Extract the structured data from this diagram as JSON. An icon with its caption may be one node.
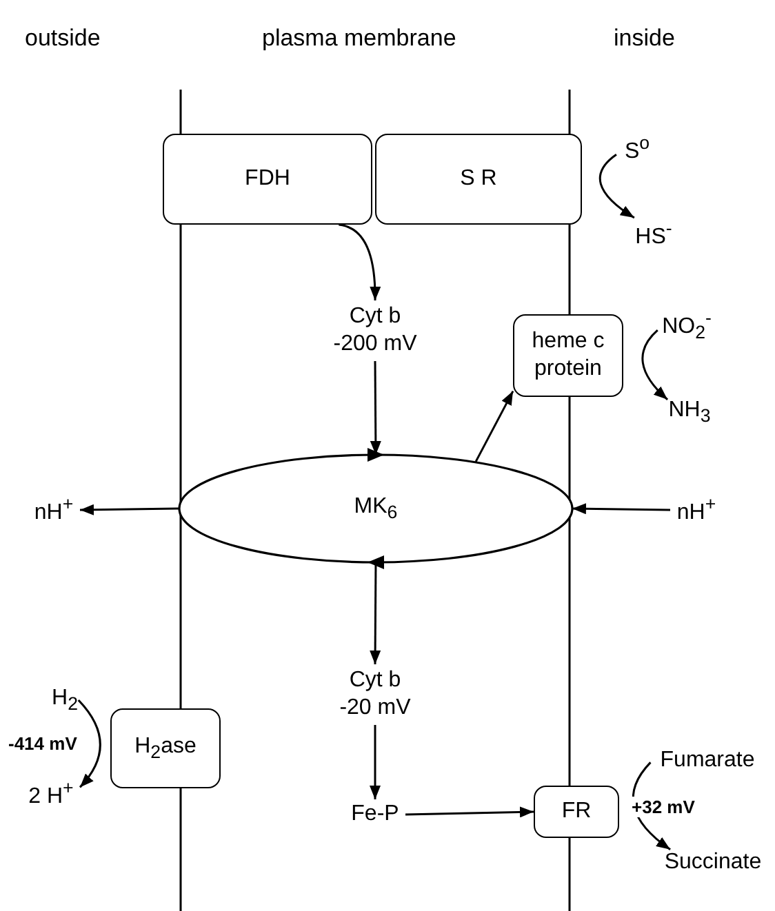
{
  "diagram": {
    "nodes": [
      {
        "text": [
          "FDH"
        ]
      },
      {
        "text": [
          "S R"
        ]
      },
      {
        "text": [
          "S$^{o}$"
        ]
      },
      {
        "text": [
          "HS$^{-}$"
        ]
      },
      {
        "text": [
          "Cyt b -200 mV"
        ]
      },
      {
        "text": [
          "heme c protein"
        ]
      },
      {
        "text": [
          "NO$_{2}$$^{-}$"
        ]
      },
      {
        "text": [
          "NH$_{3}$"
        ]
      },
      {
        "text": [
          "MK$_{6}$"
        ]
      },
      {
        "text": [
          "nH$^{+}$"
        ]
      },
      {
        "text": [
          "nH$^{+}$"
        ]
      },
      {
        "text": [
          "Cyt b -20 mV"
        ]
      },
      {
        "text": [
          "H$_{2}$"
        ]
      },
      {
        "text": [
          "H$_{2}$ase"
        ]
      },
      {
        "text": [
          "2 H$^{+}$"
        ]
      },
      {
        "text": [
          "Fe-P"
        ]
      },
      {
        "text": [
          "FR"
        ]
      },
      {
        "text": [
          "Fumarate"
        ]
      },
      {
        "text": [
          "Succinate"
        ]
      }
    ],
    "edges": [
      {
        "from": 2,
        "to": 3,
        "arrow": "to"
      },
      {
        "from": 0,
        "to": 4,
        "arrow": "to"
      },
      {
        "from": 4,
        "to": 8,
        "arrow": "to"
      },
      {
        "from": 8,
        "to": 5,
        "arrow": "to"
      },
      {
        "from": 8,
        "to": 9,
        "arrow": "to"
      },
      {
        "from": 10,
        "to": 8,
        "arrow": "to"
      },
      {
        "from": 8,
        "to": 11,
        "arrow": "to"
      },
      {
        "from": 11,
        "to": 15,
        "arrow": "to"
      },
      {
        "from": 15,
        "to": 16,
        "arrow": "to"
      },
      {
        "from": 6,
        "to": 7,
        "arrow": "to"
      },
      {
        "from": 12,
        "to": 14,
        "arrow": "to",
        "label": "-414 mV"
      },
      {
        "from": 17,
        "to": 18,
        "arrow": "to",
        "label": "+32 mV"
      }
    ],
    "labels": [
      "outside",
      "plasma membrane",
      "inside"
    ]
  }
}
